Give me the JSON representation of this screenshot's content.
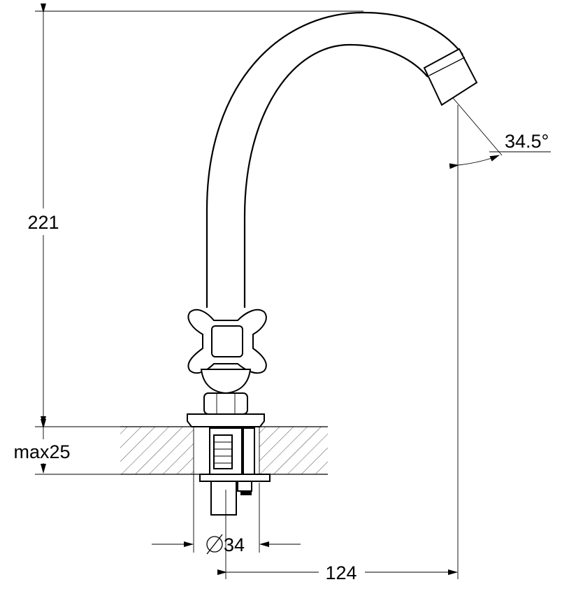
{
  "dimensions": {
    "height": "221",
    "max_thickness": "max25",
    "diameter": "34",
    "reach": "124",
    "angle": "34.5°"
  },
  "symbols": {
    "diameter_symbol": "diameter-icon"
  }
}
